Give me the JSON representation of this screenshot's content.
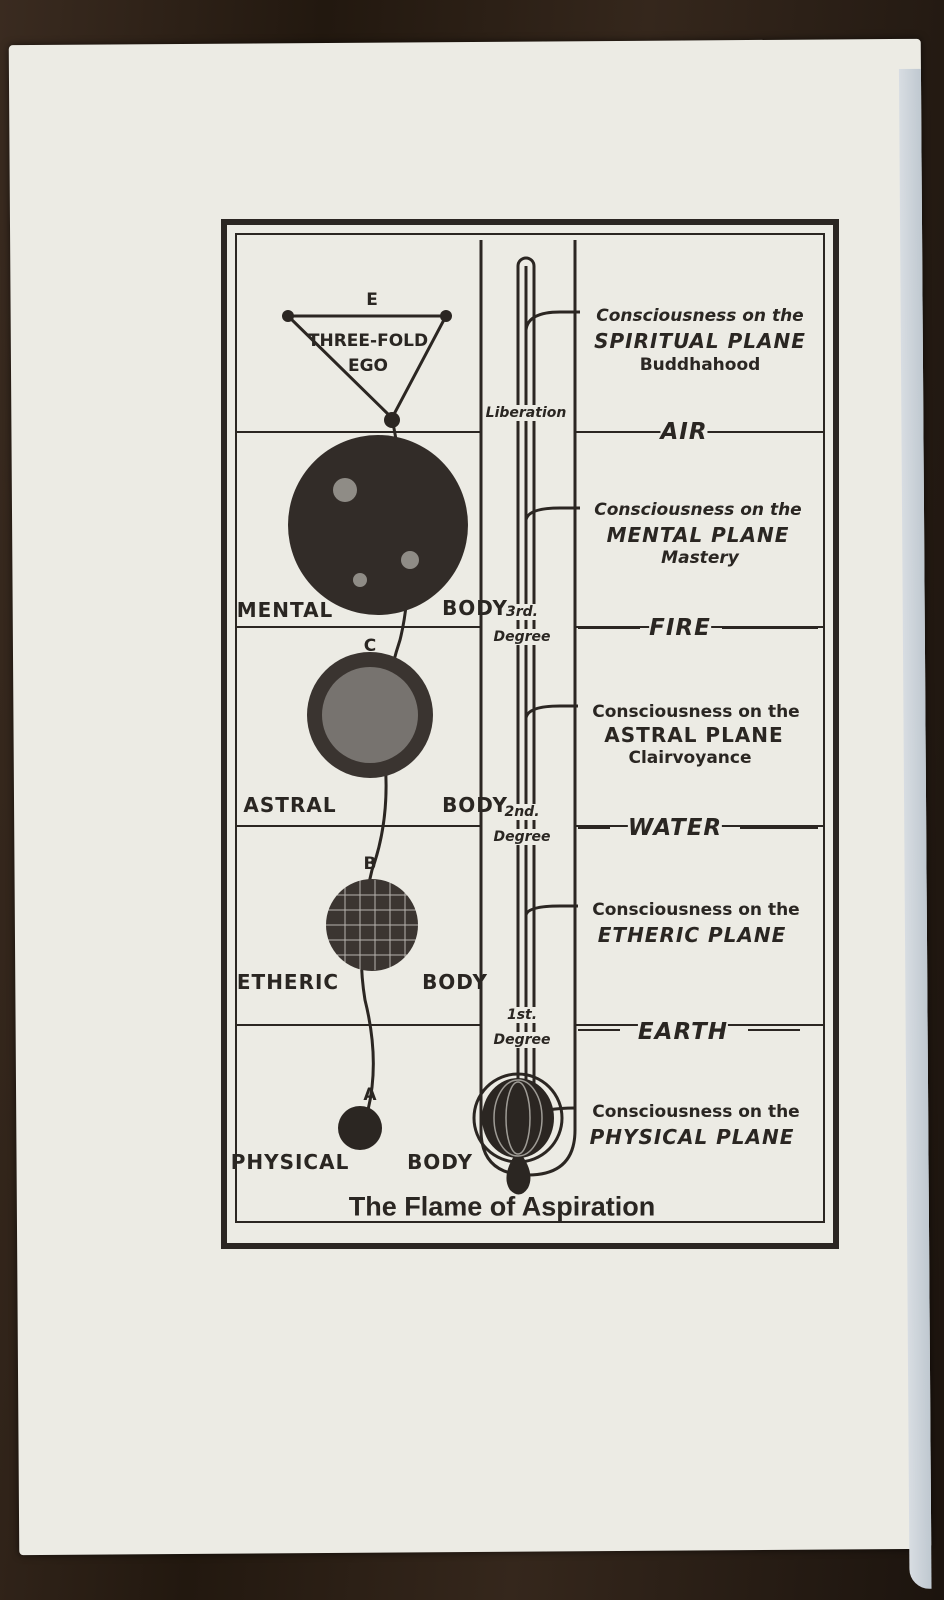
{
  "diagram": {
    "title": "The Flame of Aspiration",
    "ego": {
      "letter": "E",
      "line1": "THREE-FOLD",
      "line2": "EGO"
    },
    "liberation": "Liberation",
    "bodies": [
      {
        "name": "MENTAL",
        "body": "BODY",
        "degree1": "3rd.",
        "degree2": "Degree"
      },
      {
        "letter": "C",
        "name": "ASTRAL",
        "body": "BODY",
        "degree1": "2nd.",
        "degree2": "Degree"
      },
      {
        "letter": "B",
        "name": "ETHERIC",
        "body": "BODY",
        "degree1": "1st.",
        "degree2": "Degree"
      },
      {
        "letter": "A",
        "name": "PHYSICAL",
        "body": "BODY"
      }
    ],
    "planes": [
      {
        "line1": "Consciousness on the",
        "line2": "SPIRITUAL PLANE",
        "line3": "Buddhahood"
      },
      {
        "line1": "Consciousness on the",
        "line2": "MENTAL PLANE",
        "line3": "Mastery"
      },
      {
        "line1": "Consciousness on the",
        "line2": "ASTRAL PLANE",
        "line3": "Clairvoyance"
      },
      {
        "line1": "Consciousness on the",
        "line2": "ETHERIC PLANE"
      },
      {
        "line1": "Consciousness on the",
        "line2": "PHYSICAL PLANE"
      }
    ],
    "elements": [
      "AIR",
      "FIRE",
      "WATER",
      "EARTH"
    ]
  }
}
